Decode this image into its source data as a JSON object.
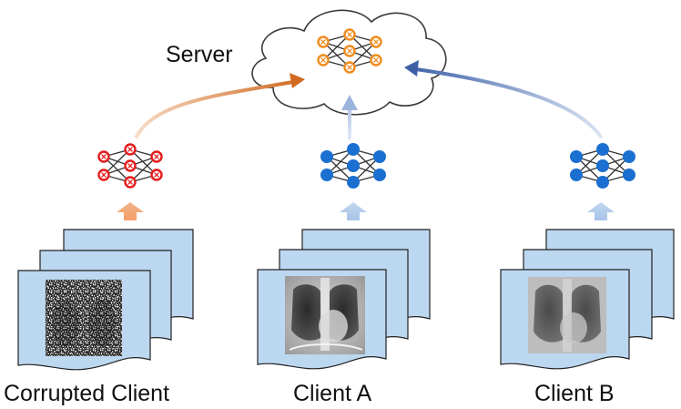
{
  "server": {
    "label": "Server"
  },
  "clients": [
    {
      "label": "Corrupted Client",
      "status": "corrupted"
    },
    {
      "label": "Client A",
      "status": "normal"
    },
    {
      "label": "Client B",
      "status": "normal"
    }
  ],
  "colors": {
    "server_net": "#f08c1e",
    "corrupted_net": "#e51c1c",
    "client_net": "#1a6fd0",
    "corrupted_arrow": "#d2722a",
    "client_arrow_a": "#9db5dd",
    "client_arrow_b": "#3f62a8",
    "page_fill": "#bcd7f0",
    "page_stroke": "#222222"
  }
}
